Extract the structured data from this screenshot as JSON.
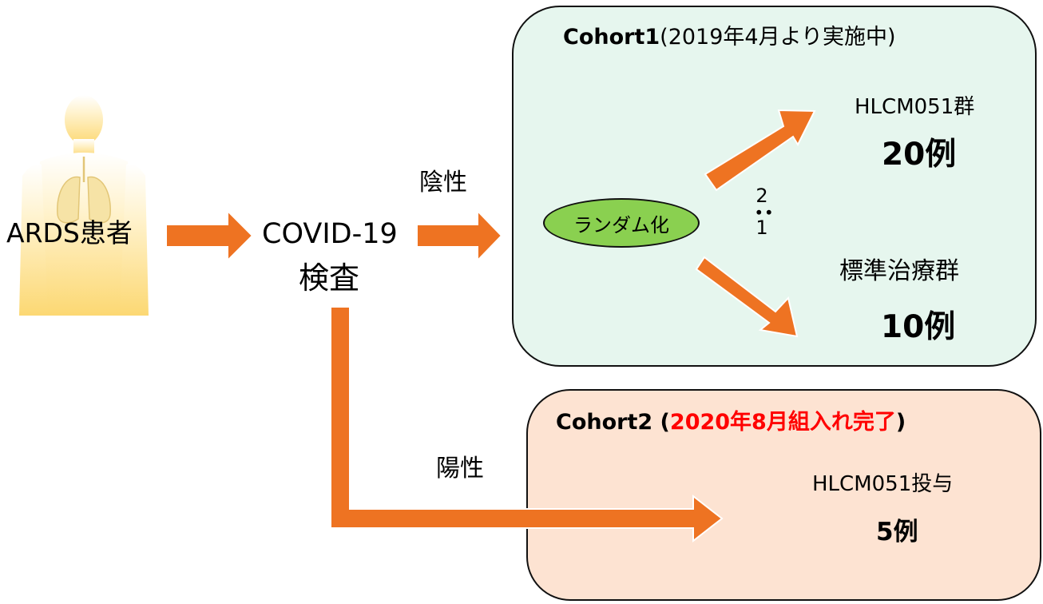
{
  "left": {
    "patient_label": "ARDS患者",
    "test_label_line1": "COVID-19",
    "test_label_line2": "検査",
    "negative_label": "陰性",
    "positive_label": "陽性"
  },
  "cohort1": {
    "title_bold": "Cohort1",
    "title_rest": "(2019年4月より実施中)",
    "randomize_label": "ランダム化",
    "ratio_top": "2",
    "ratio_colon": "∙∙",
    "ratio_bottom": "1",
    "arm1_label": "HLCM051群",
    "arm1_count": "20例",
    "arm2_label": "標準治療群",
    "arm2_count": "10例"
  },
  "cohort2": {
    "title_bold": "Cohort2",
    "title_open": " (",
    "title_status": "2020年8月組入れ完了",
    "title_close": ")",
    "arm_label": "HLCM051投与",
    "arm_count": "5例"
  },
  "colors": {
    "arrow": "#ee7322",
    "cohort1_fill": "#e6f6ee",
    "cohort2_fill": "#fde3d2",
    "randomize_fill": "#8ad050",
    "status_text": "#ff0000"
  }
}
